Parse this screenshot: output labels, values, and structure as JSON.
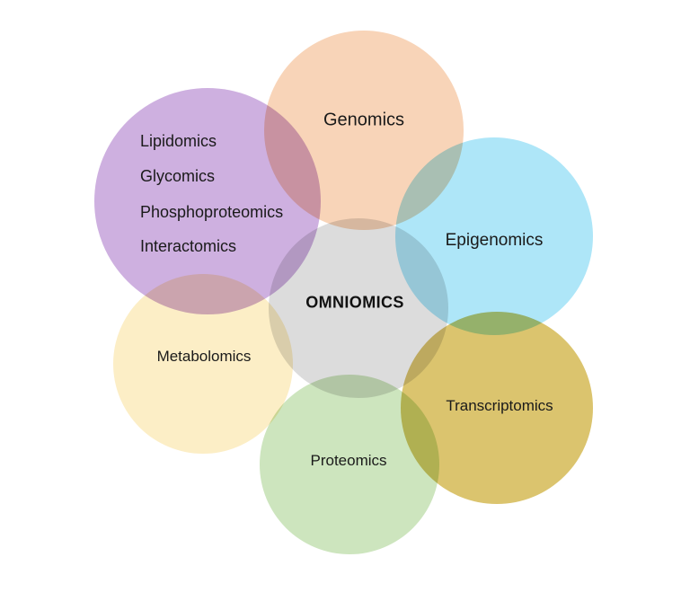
{
  "diagram": {
    "background_color": "#ffffff",
    "text_color": "#1a1a1a",
    "center": {
      "label": "OMNIOMICS",
      "color": "#dcdcdc"
    },
    "circles": {
      "genomics": {
        "label": "Genomics",
        "color": "#f8d4b8"
      },
      "epigenomics": {
        "label": "Epigenomics",
        "color": "#aee6f8"
      },
      "transcriptomics": {
        "label": "Transcriptomics",
        "color": "#dbc46e"
      },
      "proteomics": {
        "label": "Proteomics",
        "color": "#cde5be"
      },
      "metabolomics": {
        "label": "Metabolomics",
        "color": "#fceec6"
      },
      "multiomics": {
        "color": "#ceb0e0",
        "items": [
          "Lipidomics",
          "Glycomics",
          "Phosphoproteomics",
          "Interactomics"
        ]
      }
    }
  }
}
